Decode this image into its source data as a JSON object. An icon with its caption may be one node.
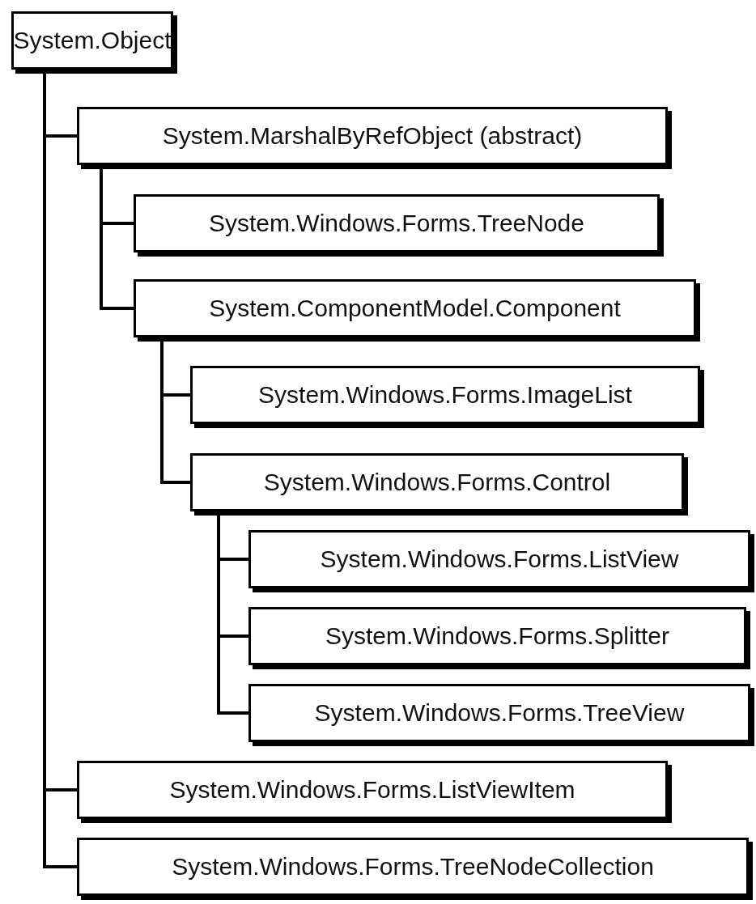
{
  "diagram": {
    "nodes": [
      {
        "text": [
          "System.Object"
        ]
      },
      {
        "text": [
          "System.MarshalByRefObject (abstract)"
        ]
      },
      {
        "text": [
          "System.Windows.Forms.TreeNode"
        ]
      },
      {
        "text": [
          "System.ComponentModel.Component"
        ]
      },
      {
        "text": [
          "System.Windows.Forms.ImageList"
        ]
      },
      {
        "text": [
          "System.Windows.Forms.Control"
        ]
      },
      {
        "text": [
          "System.Windows.Forms.ListView"
        ]
      },
      {
        "text": [
          "System.Windows.Forms.Splitter"
        ]
      },
      {
        "text": [
          "System.Windows.Forms.TreeView"
        ]
      },
      {
        "text": [
          "System.Windows.Forms.ListViewItem"
        ]
      },
      {
        "text": [
          "System.Windows.Forms.TreeNodeCollection"
        ]
      }
    ],
    "edges": [
      {
        "from": 0,
        "to": 1,
        "arrow": "none"
      },
      {
        "from": 1,
        "to": 2,
        "arrow": "none"
      },
      {
        "from": 1,
        "to": 3,
        "arrow": "none"
      },
      {
        "from": 3,
        "to": 4,
        "arrow": "none"
      },
      {
        "from": 3,
        "to": 5,
        "arrow": "none"
      },
      {
        "from": 5,
        "to": 6,
        "arrow": "none"
      },
      {
        "from": 5,
        "to": 7,
        "arrow": "none"
      },
      {
        "from": 5,
        "to": 8,
        "arrow": "none"
      },
      {
        "from": 0,
        "to": 9,
        "arrow": "none"
      },
      {
        "from": 0,
        "to": 10,
        "arrow": "none"
      }
    ]
  }
}
